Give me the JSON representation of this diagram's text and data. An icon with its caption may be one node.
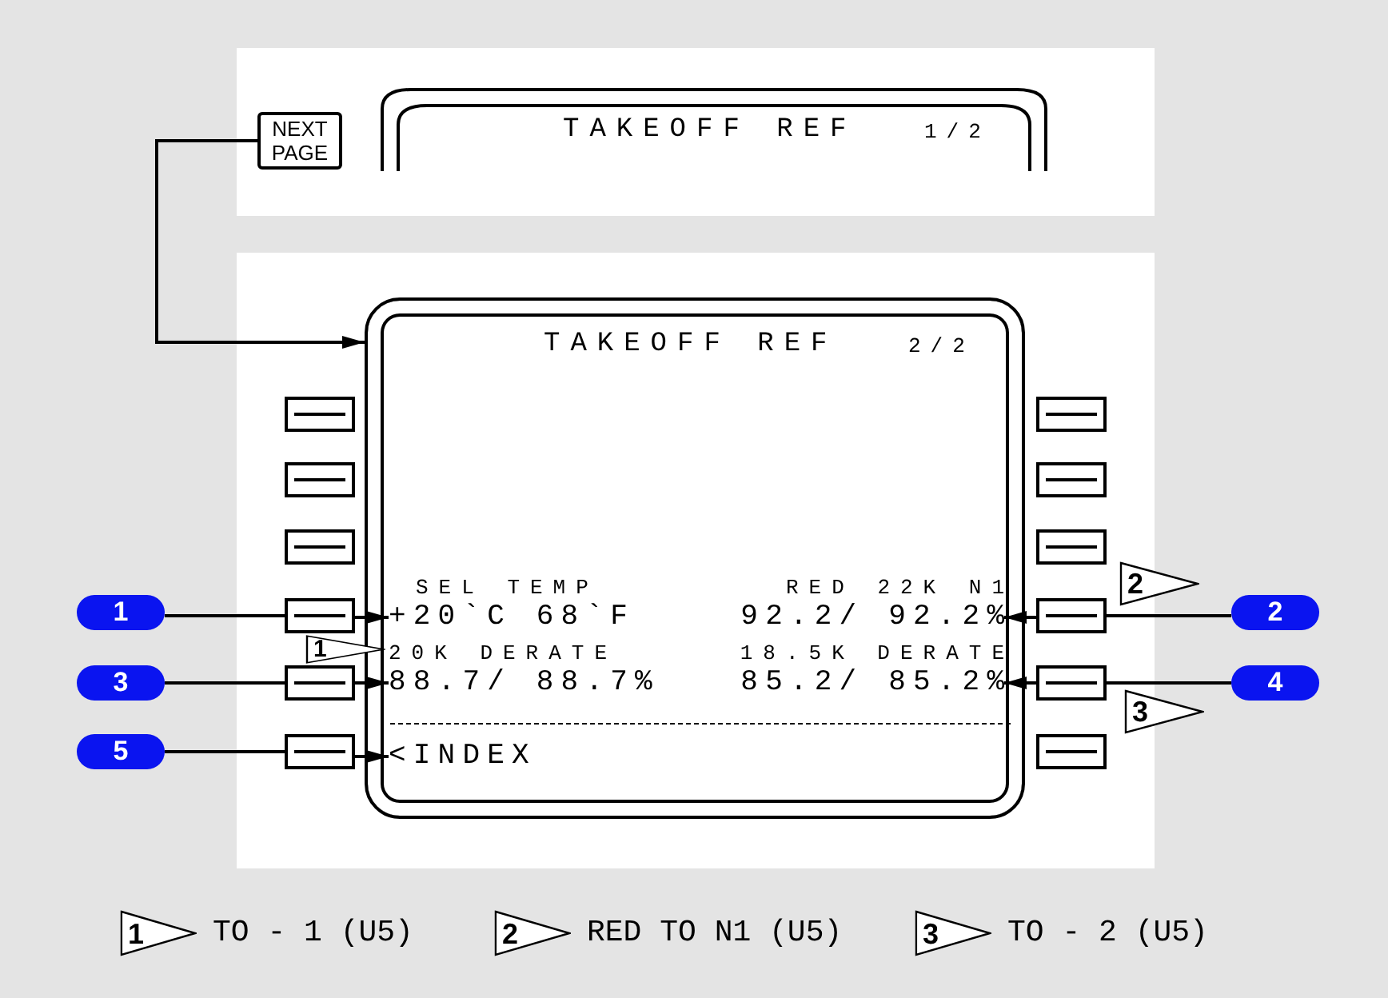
{
  "diagram": {
    "nodes": [
      {
        "text": [
          "NEXT PAGE"
        ]
      },
      {
        "text": [
          "TAKEOFF REF",
          "1/2"
        ]
      },
      {
        "text": [
          "TAKEOFF REF",
          "2/2"
        ]
      },
      {
        "text": [
          "SEL TEMP",
          "+20`C 68`F"
        ],
        "in": 2
      },
      {
        "text": [
          "RED 22K N1",
          "92.2/ 92.2%"
        ],
        "in": 2
      },
      {
        "text": [
          "20K DERATE",
          "88.7/ 88.7%"
        ],
        "in": 2
      },
      {
        "text": [
          "18.5K DERATE",
          "85.2/ 85.2%"
        ],
        "in": 2
      },
      {
        "text": [
          "<INDEX"
        ],
        "in": 2
      },
      {
        "text": [],
        "shape": "box"
      },
      {
        "text": [],
        "shape": "box"
      },
      {
        "text": [],
        "shape": "box"
      },
      {
        "text": [],
        "shape": "box"
      },
      {
        "text": [],
        "shape": "box"
      },
      {
        "text": [],
        "shape": "box"
      },
      {
        "text": [],
        "shape": "box"
      },
      {
        "text": [],
        "shape": "box"
      },
      {
        "text": [],
        "shape": "box"
      },
      {
        "text": [],
        "shape": "box"
      },
      {
        "text": [],
        "shape": "box"
      },
      {
        "text": [],
        "shape": "box"
      },
      {
        "text": [
          "1"
        ]
      },
      {
        "text": [
          "2"
        ]
      },
      {
        "text": [
          "3"
        ]
      },
      {
        "text": [
          "4"
        ]
      },
      {
        "text": [
          "5"
        ]
      },
      {
        "text": [
          "1"
        ]
      },
      {
        "text": [
          "2"
        ]
      },
      {
        "text": [
          "3"
        ]
      },
      {
        "text": [
          "1"
        ],
        "beside": [
          "TO - 1 (U5)"
        ]
      },
      {
        "text": [
          "2"
        ],
        "beside": [
          "RED TO N1 (U5)"
        ]
      },
      {
        "text": [
          "3"
        ],
        "beside": [
          "TO - 2 (U5)"
        ]
      }
    ],
    "edges": [
      {
        "from": 0,
        "to": 2,
        "arrow": "to"
      },
      {
        "from": 20,
        "to": 11,
        "arrow": "none"
      },
      {
        "from": 11,
        "to": 3,
        "arrow": "to"
      },
      {
        "from": 21,
        "to": 17,
        "arrow": "none"
      },
      {
        "from": 17,
        "to": 4,
        "arrow": "to"
      },
      {
        "from": 22,
        "to": 12,
        "arrow": "none"
      },
      {
        "from": 12,
        "to": 5,
        "arrow": "to"
      },
      {
        "from": 23,
        "to": 18,
        "arrow": "none"
      },
      {
        "from": 18,
        "to": 6,
        "arrow": "to"
      },
      {
        "from": 24,
        "to": 13,
        "arrow": "none"
      },
      {
        "from": 13,
        "to": 7,
        "arrow": "to"
      }
    ]
  }
}
